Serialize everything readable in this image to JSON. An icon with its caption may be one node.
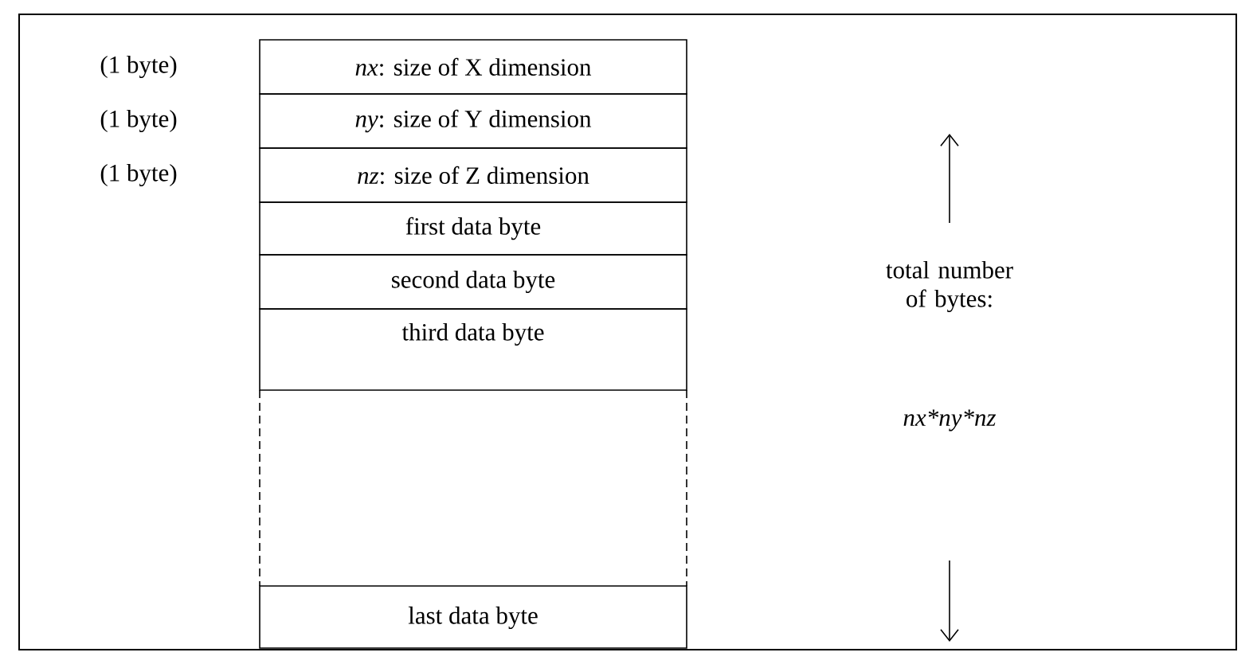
{
  "diagram": {
    "nodes": [
      {
        "text": [
          "*nx*: size of X dimension"
        ],
        "beside": [
          "(1 byte)"
        ]
      },
      {
        "text": [
          "*ny*: size of Y dimension"
        ],
        "beside": [
          "(1 byte)"
        ]
      },
      {
        "text": [
          "*nz*: size of Z dimension"
        ],
        "beside": [
          "(1 byte)"
        ]
      },
      {
        "text": [
          "first data byte"
        ]
      },
      {
        "text": [
          "second data byte"
        ]
      },
      {
        "text": [
          "third data byte"
        ]
      },
      {
        "text": [],
        "shape": "box"
      },
      {
        "text": [
          "last data byte"
        ]
      }
    ],
    "labels": [
      "total number of bytes:",
      "nx*ny*nz"
    ]
  }
}
